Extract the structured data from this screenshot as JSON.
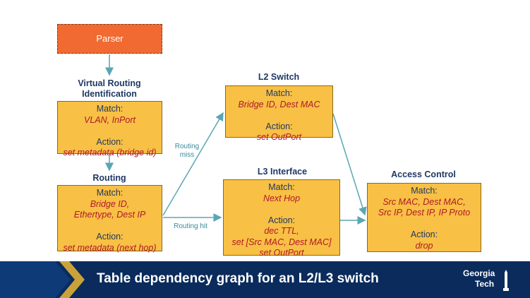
{
  "parser": {
    "label": "Parser"
  },
  "vri": {
    "title_line1": "Virtual Routing",
    "title_line2": "Identification",
    "match_label": "Match:",
    "match_value": "VLAN, InPort",
    "action_label": "Action:",
    "action_value": "set metadata (bridge id)"
  },
  "routing": {
    "title": "Routing",
    "match_label": "Match:",
    "match_line1": "Bridge ID,",
    "match_line2": "Ethertype, Dest IP",
    "action_label": "Action:",
    "action_value": "set metadata (next hop)"
  },
  "l2": {
    "title": "L2 Switch",
    "match_label": "Match:",
    "match_value": "Bridge ID, Dest MAC",
    "action_label": "Action:",
    "action_value": "set OutPort"
  },
  "l3": {
    "title": "L3 Interface",
    "match_label": "Match:",
    "match_value": "Next Hop",
    "action_label": "Action:",
    "action_line1": "dec TTL,",
    "action_line2": "set [Src MAC, Dest MAC]",
    "action_line3": "set OutPort"
  },
  "acl": {
    "title": "Access Control",
    "match_label": "Match:",
    "match_line1": "Src MAC, Dest MAC,",
    "match_line2": "Src IP, Dest IP, IP Proto",
    "action_label": "Action:",
    "action_value": "drop"
  },
  "edges": {
    "miss_line1": "Routing",
    "miss_line2": "miss",
    "hit_line1": "Routing",
    "hit_line2": "hit"
  },
  "footer": {
    "title": "Table dependency graph for an L2/L3 switch",
    "logo_line1": "Georgia",
    "logo_line2": "Tech"
  },
  "colors": {
    "box_fill": "#f8c044",
    "parser_fill": "#f06a32",
    "arrow": "#5aa6b4",
    "title_text": "#1f3864",
    "value_text": "#b0182a",
    "footer_bg": "#0a2b5c"
  }
}
